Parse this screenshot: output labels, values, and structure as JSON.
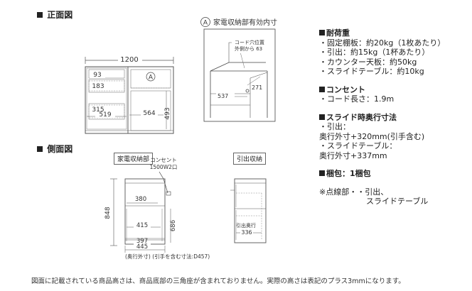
{
  "front": {
    "title": "正面図",
    "width_total": "1200",
    "marker": "A",
    "dim_93": "93",
    "dim_183": "183",
    "dim_315": "315",
    "dim_519": "519",
    "dim_564": "564",
    "dim_493": "493"
  },
  "detail": {
    "marker": "A",
    "title": "家電収納部有効内寸",
    "note_line1": "コード穴位置",
    "note_line2": "外側から 63",
    "dim_271": "271",
    "dim_537": "537"
  },
  "side": {
    "title": "側面図",
    "appliance_label": "家電収納部",
    "outlet_line1": "コンセント",
    "outlet_line2": "1500W2口",
    "dim_380": "380",
    "dim_415": "415",
    "dim_397": "397",
    "dim_445": "445",
    "dim_848": "848",
    "dim_686": "686",
    "caption": "(奥行外寸) (引手を含む寸法:D457)",
    "drawer_label": "引出収納",
    "drawer_depth_line1": "引出奥行",
    "drawer_depth_line2": "336"
  },
  "specs": {
    "load_title": "耐荷重",
    "load_items": [
      "・固定棚板：約20kg（1枚あたり）",
      "・引出：約15kg（1杯あたり）",
      "・カウンター天板：約50kg",
      "・スライドテーブル：約10kg"
    ],
    "outlet_title": "コンセント",
    "outlet_items": [
      "・コード長さ：1.9m"
    ],
    "slide_title": "スライド時奥行寸法",
    "slide_lines": [
      "・引出：",
      "奥行外寸+320mm(引手含む)",
      "・スライドテーブル：",
      "奥行外寸+337mm"
    ],
    "pack_title": "梱包：1梱包",
    "note_line1": "※点線部・・引出、",
    "note_line2": "スライドテーブル"
  },
  "footer": "図面に記載されている商品高さは、商品底部の三角座が含まれておりません。実際の高さは表記のプラス3mmになります。"
}
